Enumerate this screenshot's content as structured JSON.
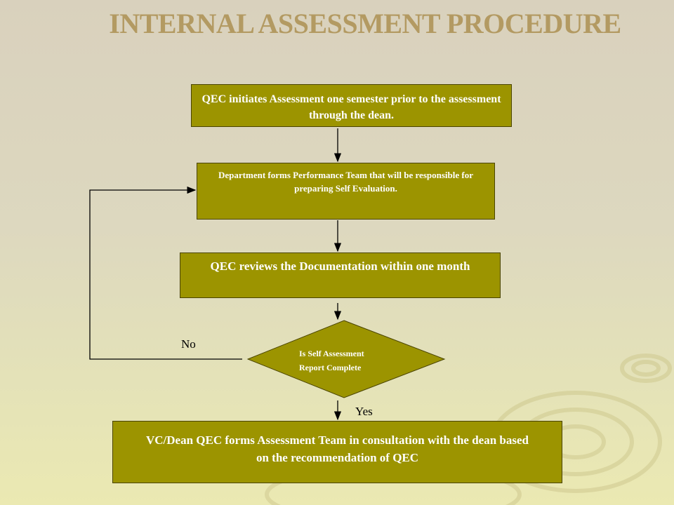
{
  "title": "INTERNAL ASSESSMENT PROCEDURE",
  "nodes": {
    "step1": "QEC initiates Assessment one semester prior to the assessment through the dean.",
    "step2": "Department forms Performance Team that will be responsible for preparing Self Evaluation.",
    "step3": "QEC reviews the Documentation within one month",
    "decision_line1": "Is Self Assessment",
    "decision_line2": "Report Complete",
    "step4": "VC/Dean QEC forms Assessment Team in consultation with the dean based on the recommendation of QEC"
  },
  "edge_labels": {
    "no": "No",
    "yes": "Yes"
  },
  "colors": {
    "box_fill": "#9c9400",
    "title": "#b39a62",
    "arrow": "#000000"
  }
}
